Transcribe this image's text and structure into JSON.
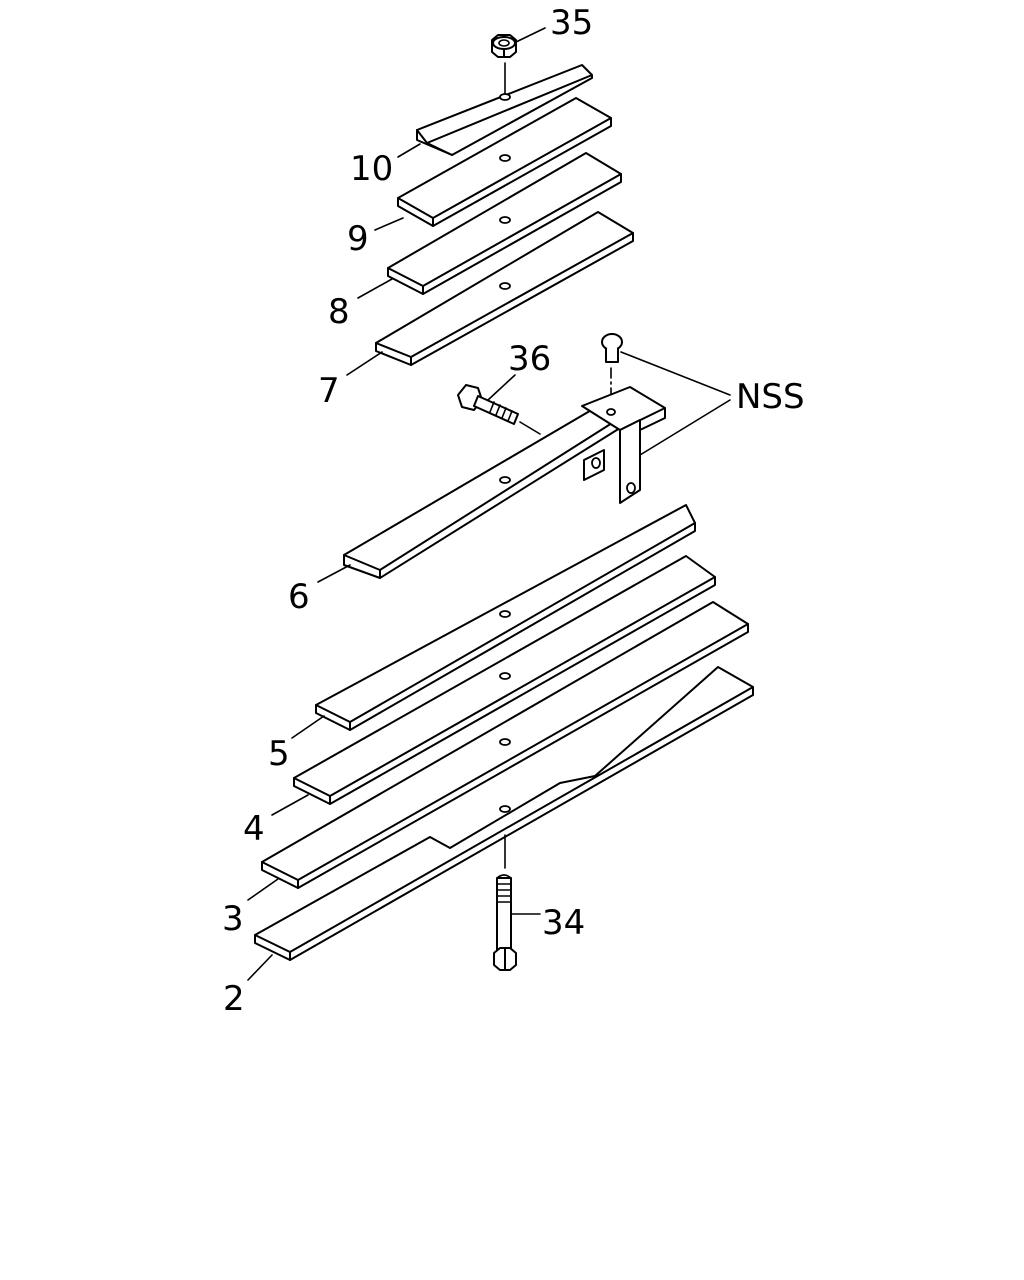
{
  "diagram": {
    "callouts": {
      "c35": "35",
      "c10": "10",
      "c9": "9",
      "c8": "8",
      "c7": "7",
      "c36": "36",
      "cNSS": "NSS",
      "c6": "6",
      "c5": "5",
      "c4": "4",
      "c3": "3",
      "c2": "2",
      "c34": "34"
    }
  }
}
